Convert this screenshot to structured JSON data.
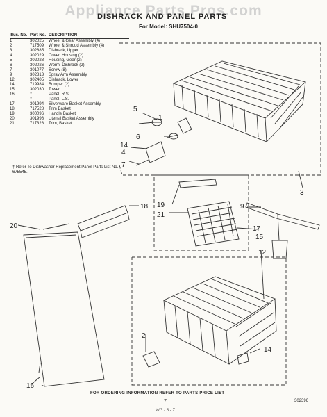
{
  "watermark": "Appliance Parts Pros.com",
  "title": "DISHRACK AND PANEL PARTS",
  "model": "For Model: SHU7504-0",
  "table": {
    "headers": {
      "illus": "Illus. No.",
      "part": "Part No.",
      "desc": "DESCRIPTION"
    },
    "rows": [
      {
        "illus": "1",
        "part": "302025",
        "desc": "Wheel & Gear Assembly (4)"
      },
      {
        "illus": "2",
        "part": "717509",
        "desc": "Wheel & Shroud Assembly (4)"
      },
      {
        "illus": "3",
        "part": "302885",
        "desc": "Dishrack, Upper"
      },
      {
        "illus": "4",
        "part": "302029",
        "desc": "Cover, Housing (2)"
      },
      {
        "illus": "5",
        "part": "302028",
        "desc": "Housing, Gear (2)"
      },
      {
        "illus": "6",
        "part": "302026",
        "desc": "Worm, Dishrack (2)"
      },
      {
        "illus": "7",
        "part": "301077",
        "desc": "Screw (8)"
      },
      {
        "illus": "9",
        "part": "302813",
        "desc": "Spray Arm Assembly"
      },
      {
        "illus": "12",
        "part": "302405",
        "desc": "Dishrack, Lower"
      },
      {
        "illus": "14",
        "part": "719984",
        "desc": "Bumper (2)"
      },
      {
        "illus": "15",
        "part": "302030",
        "desc": "Tower"
      },
      {
        "illus": "16",
        "part": "†",
        "desc": "Panel, R.S."
      },
      {
        "illus": "",
        "part": "†",
        "desc": "Panel, L.S."
      },
      {
        "illus": "17",
        "part": "301994",
        "desc": "Silverware Basket Assembly"
      },
      {
        "illus": "18",
        "part": "717528",
        "desc": "Trim Basket"
      },
      {
        "illus": "19",
        "part": "300096",
        "desc": "Handle Basket"
      },
      {
        "illus": "20",
        "part": "301998",
        "desc": "Utensil Basket Assembly"
      },
      {
        "illus": "21",
        "part": "717328",
        "desc": "Trim, Basket"
      }
    ]
  },
  "note": "† Refer To Dishwasher Replacement Panel Parts List No. 675545.",
  "callouts": {
    "c1": "1",
    "c2": "2",
    "c3": "3",
    "c4": "4",
    "c5": "5",
    "c6": "6",
    "c7": "7",
    "c9": "9",
    "c12": "12",
    "c14a": "14",
    "c14b": "14",
    "c15": "15",
    "c16": "16",
    "c17": "17",
    "c18": "18",
    "c19": "19",
    "c20": "20",
    "c21": "21"
  },
  "footer": "FOR ORDERING INFORMATION REFER TO PARTS PRICE LIST",
  "page_number": "7",
  "doc_code": "302396",
  "handwritten": "WG - 6 - 7"
}
